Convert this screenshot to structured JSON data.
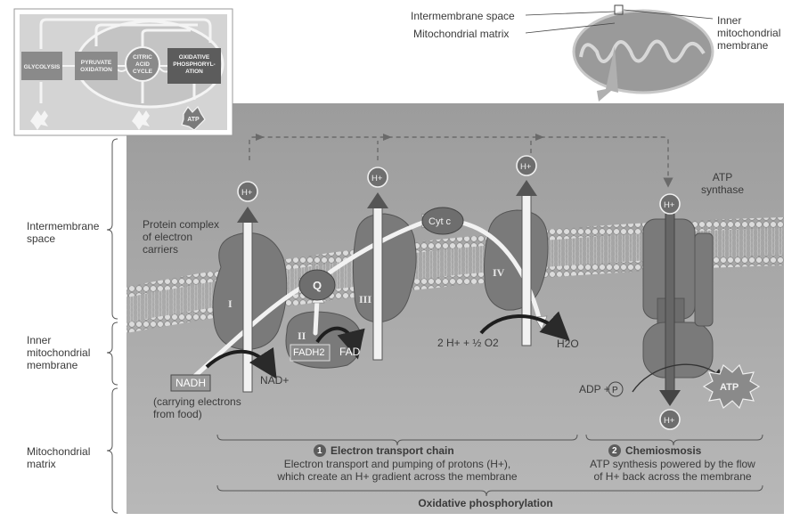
{
  "overview": {
    "glycolysis": "GLYCOLYSIS",
    "pyruvate_line1": "PYRUVATE",
    "pyruvate_line2": "OXIDATION",
    "citric_line1": "CITRIC",
    "citric_line2": "ACID",
    "citric_line3": "CYCLE",
    "oxphos_line1": "OXIDATIVE",
    "oxphos_line2": "PHOSPHORYL-",
    "oxphos_line3": "ATION",
    "atp": "ATP"
  },
  "mito_labels": {
    "intermembrane_space": "Intermembrane space",
    "mitochondrial_matrix": "Mitochondrial matrix",
    "inner_membrane_line1": "Inner",
    "inner_membrane_line2": "mitochondrial",
    "inner_membrane_line3": "membrane"
  },
  "left_labels": {
    "intermembrane_line1": "Intermembrane",
    "intermembrane_line2": "space",
    "inner_line1": "Inner",
    "inner_line2": "mitochondrial",
    "inner_line3": "membrane",
    "matrix_line1": "Mitochondrial",
    "matrix_line2": "matrix"
  },
  "diagram": {
    "protein_complex_line1": "Protein complex",
    "protein_complex_line2": "of electron",
    "protein_complex_line3": "carriers",
    "complex_1": "I",
    "complex_2": "II",
    "complex_3": "III",
    "complex_4": "IV",
    "q": "Q",
    "cyt_c": "Cyt c",
    "proton": "H+",
    "nadh": "NADH",
    "nad": "NAD+",
    "fadh2": "FADH2",
    "fad": "FAD",
    "food_line1": "(carrying electrons",
    "food_line2": "from food)",
    "oxygen_reaction": "2 H+ + ½ O2",
    "water": "H2O",
    "atp_synthase_line1": "ATP",
    "atp_synthase_line2": "synthase",
    "adp": "ADP +",
    "pi": "P",
    "atp": "ATP"
  },
  "captions": {
    "etc_number": "1",
    "etc_title": "Electron transport chain",
    "etc_line1": "Electron transport and pumping of protons (H+),",
    "etc_line2": "which create an H+ gradient across the membrane",
    "chemi_number": "2",
    "chemi_title": "Chemiosmosis",
    "chemi_line1": "ATP synthesis powered by the flow",
    "chemi_line2": "of H+ back across the membrane",
    "oxphos": "Oxidative phosphorylation"
  },
  "colors": {
    "panel_bg": "#a8a8a8",
    "protein_fill": "#7a7a7a",
    "arrow_dark": "#5a5a5a",
    "membrane_head": "#d6d6d6",
    "caption_number_bg": "#5c5c5c"
  }
}
